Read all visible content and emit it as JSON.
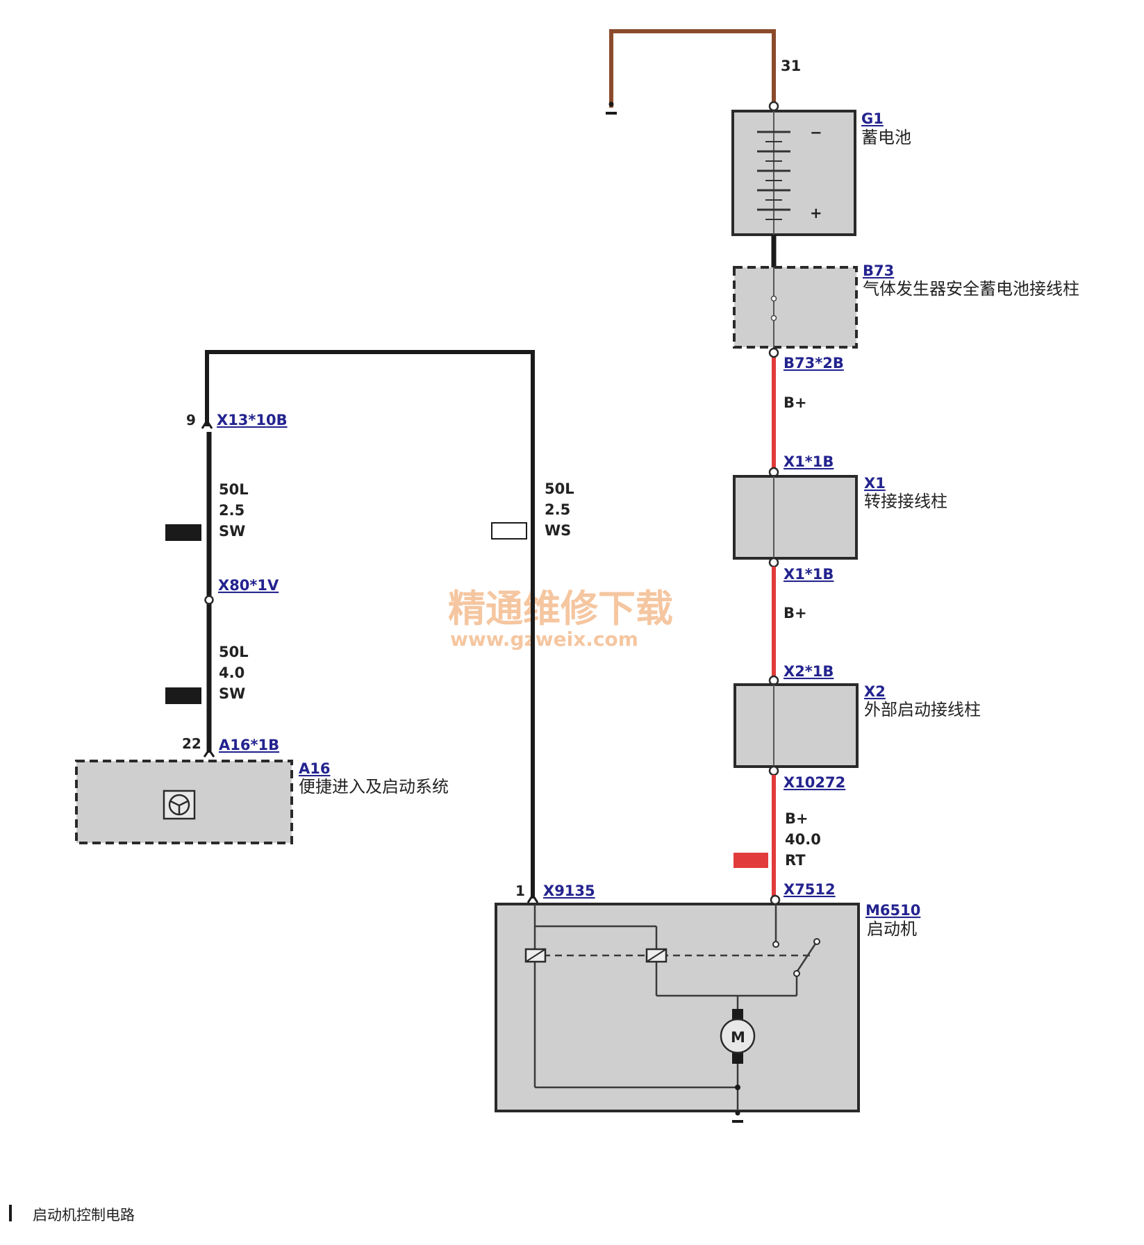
{
  "title": "启动机控制电路",
  "watermark": {
    "line1": "精通维修下载",
    "line2": "www.gzweix.com"
  },
  "colors": {
    "black_wire": "#1a1a1a",
    "brown_wire": "#8b4a2b",
    "red_wire": "#e23b3b",
    "link": "#23238f"
  },
  "components": {
    "g1": {
      "id": "G1",
      "name": "蓄电池",
      "minus": "−",
      "plus": "+"
    },
    "b73": {
      "id": "B73",
      "name": "气体发生器安全蓄电池接线柱"
    },
    "x1": {
      "id": "X1",
      "name": "转接接线柱"
    },
    "x2": {
      "id": "X2",
      "name": "外部启动接线柱"
    },
    "a16": {
      "id": "A16",
      "name": "便捷进入及启动系统"
    },
    "m6510": {
      "id": "M6510",
      "name": "启动机",
      "motor": "M"
    }
  },
  "connectors": {
    "b73_2b": "B73*2B",
    "x1_1b_top": "X1*1B",
    "x1_1b_bottom": "X1*1B",
    "x2_1b": "X2*1B",
    "x10272": "X10272",
    "x7512": "X7512",
    "x13_10b": "X13*10B",
    "x80_1v": "X80*1V",
    "a16_1b": "A16*1B",
    "x9135": "X9135"
  },
  "pins": {
    "x13_10b": "9",
    "a16_1b": "22",
    "x9135": "1"
  },
  "wires": {
    "ground_top": {
      "label": "31"
    },
    "b73_x1": {
      "label": "B+"
    },
    "x1_x2": {
      "label": "B+"
    },
    "x2_m6510": {
      "label": "B+",
      "size": "40.0",
      "color": "RT"
    },
    "x13_x80": {
      "signal": "50L",
      "size": "2.5",
      "color": "SW"
    },
    "x80_a16": {
      "signal": "50L",
      "size": "4.0",
      "color": "SW"
    },
    "x9135": {
      "signal": "50L",
      "size": "2.5",
      "color": "WS"
    }
  }
}
